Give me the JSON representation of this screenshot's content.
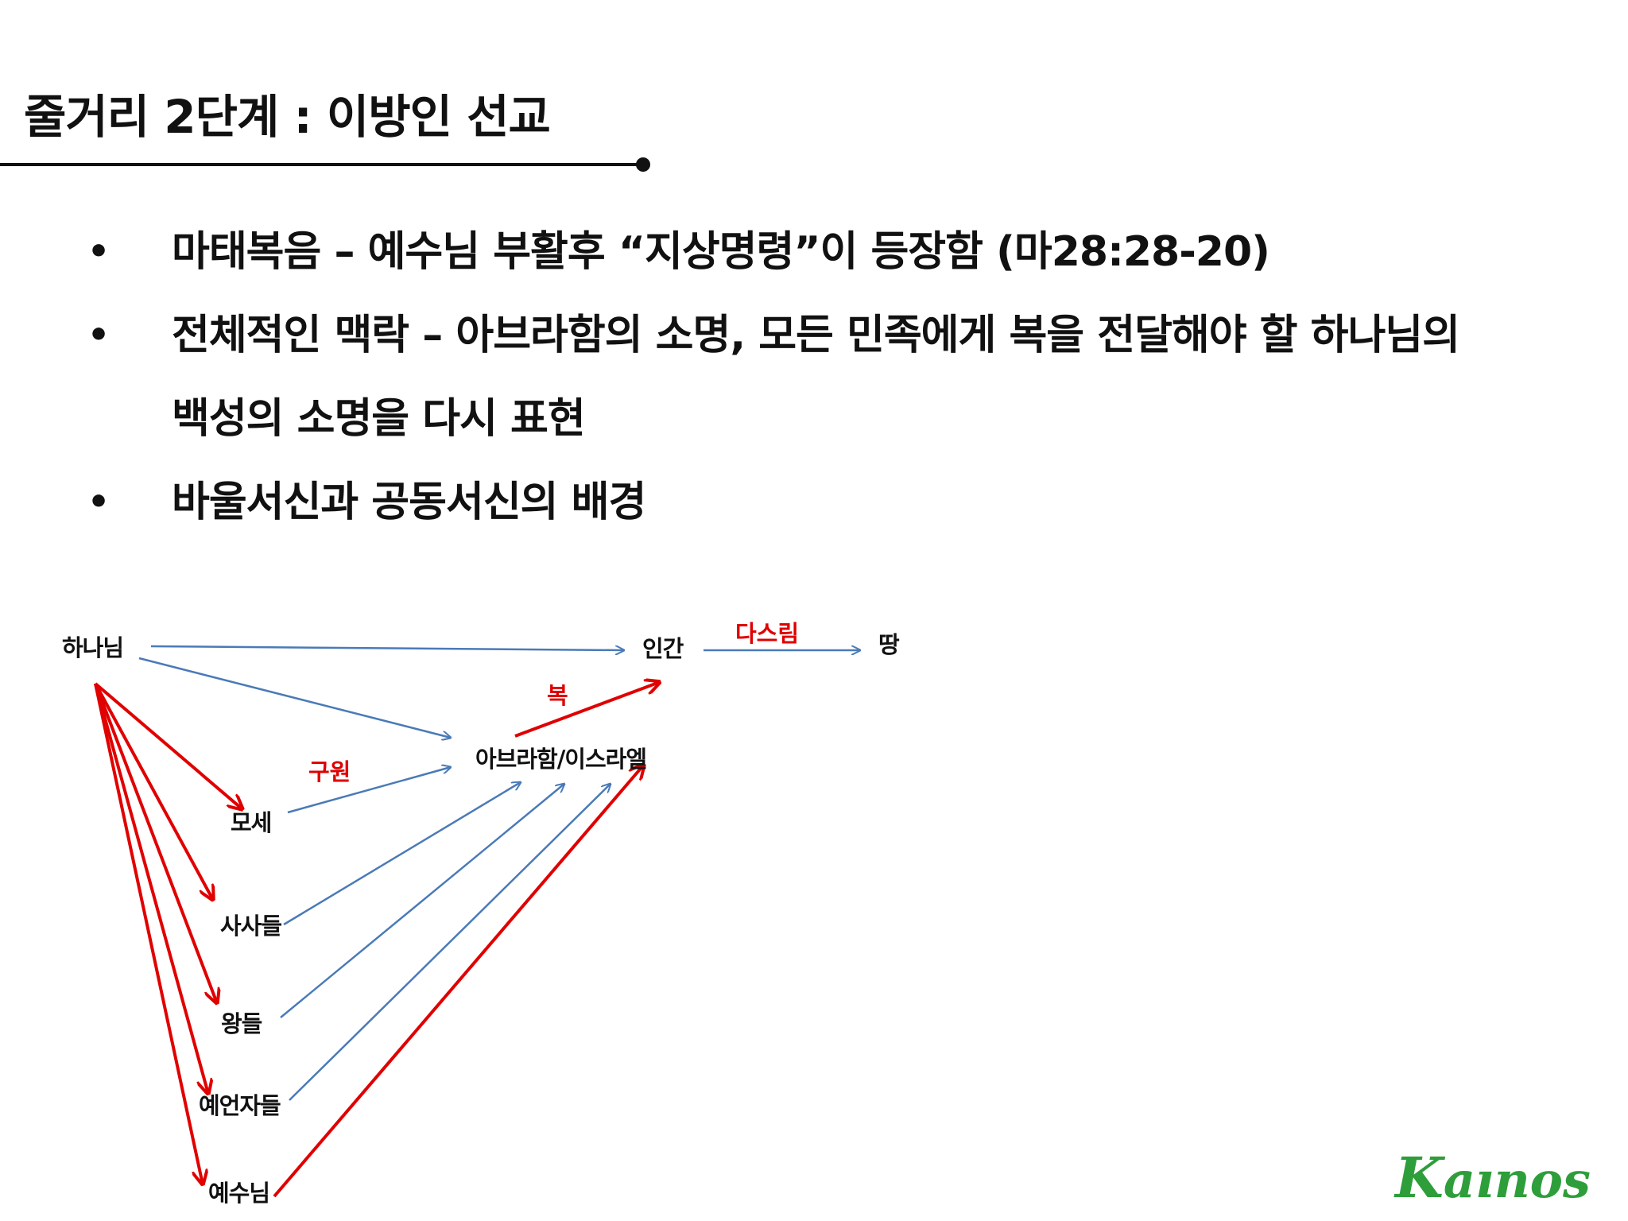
{
  "title": "줄거리 2단계 : 이방인 선교",
  "bullets": [
    {
      "marker": "•",
      "text": "마태복음 – 예수님 부활후 “지상명령”이 등장함 (마28:28-20)"
    },
    {
      "marker": "•",
      "text": "전체적인 맥락 – 아브라함의 소명, 모든 민족에게 복을 전달해야 할 하나님의"
    },
    {
      "marker": "",
      "text": "백성의 소명을 다시 표현"
    },
    {
      "marker": "•",
      "text": "바울서신과 공동서신의 배경"
    }
  ],
  "diagram": {
    "nodes": {
      "god": "하나님",
      "human": "인간",
      "land": "땅",
      "abraham": "아브라함/이스라엘",
      "moses": "모세",
      "judges": "사사들",
      "kings": "왕들",
      "prophets": "예언자들",
      "jesus": "예수님"
    },
    "edge_labels": {
      "dominion": "다스림",
      "blessing": "복",
      "salvation": "구원"
    },
    "colors": {
      "blue": "#4a7ab8",
      "red": "#e00000"
    }
  },
  "logo": {
    "first": "K",
    "rest": "aınos"
  }
}
